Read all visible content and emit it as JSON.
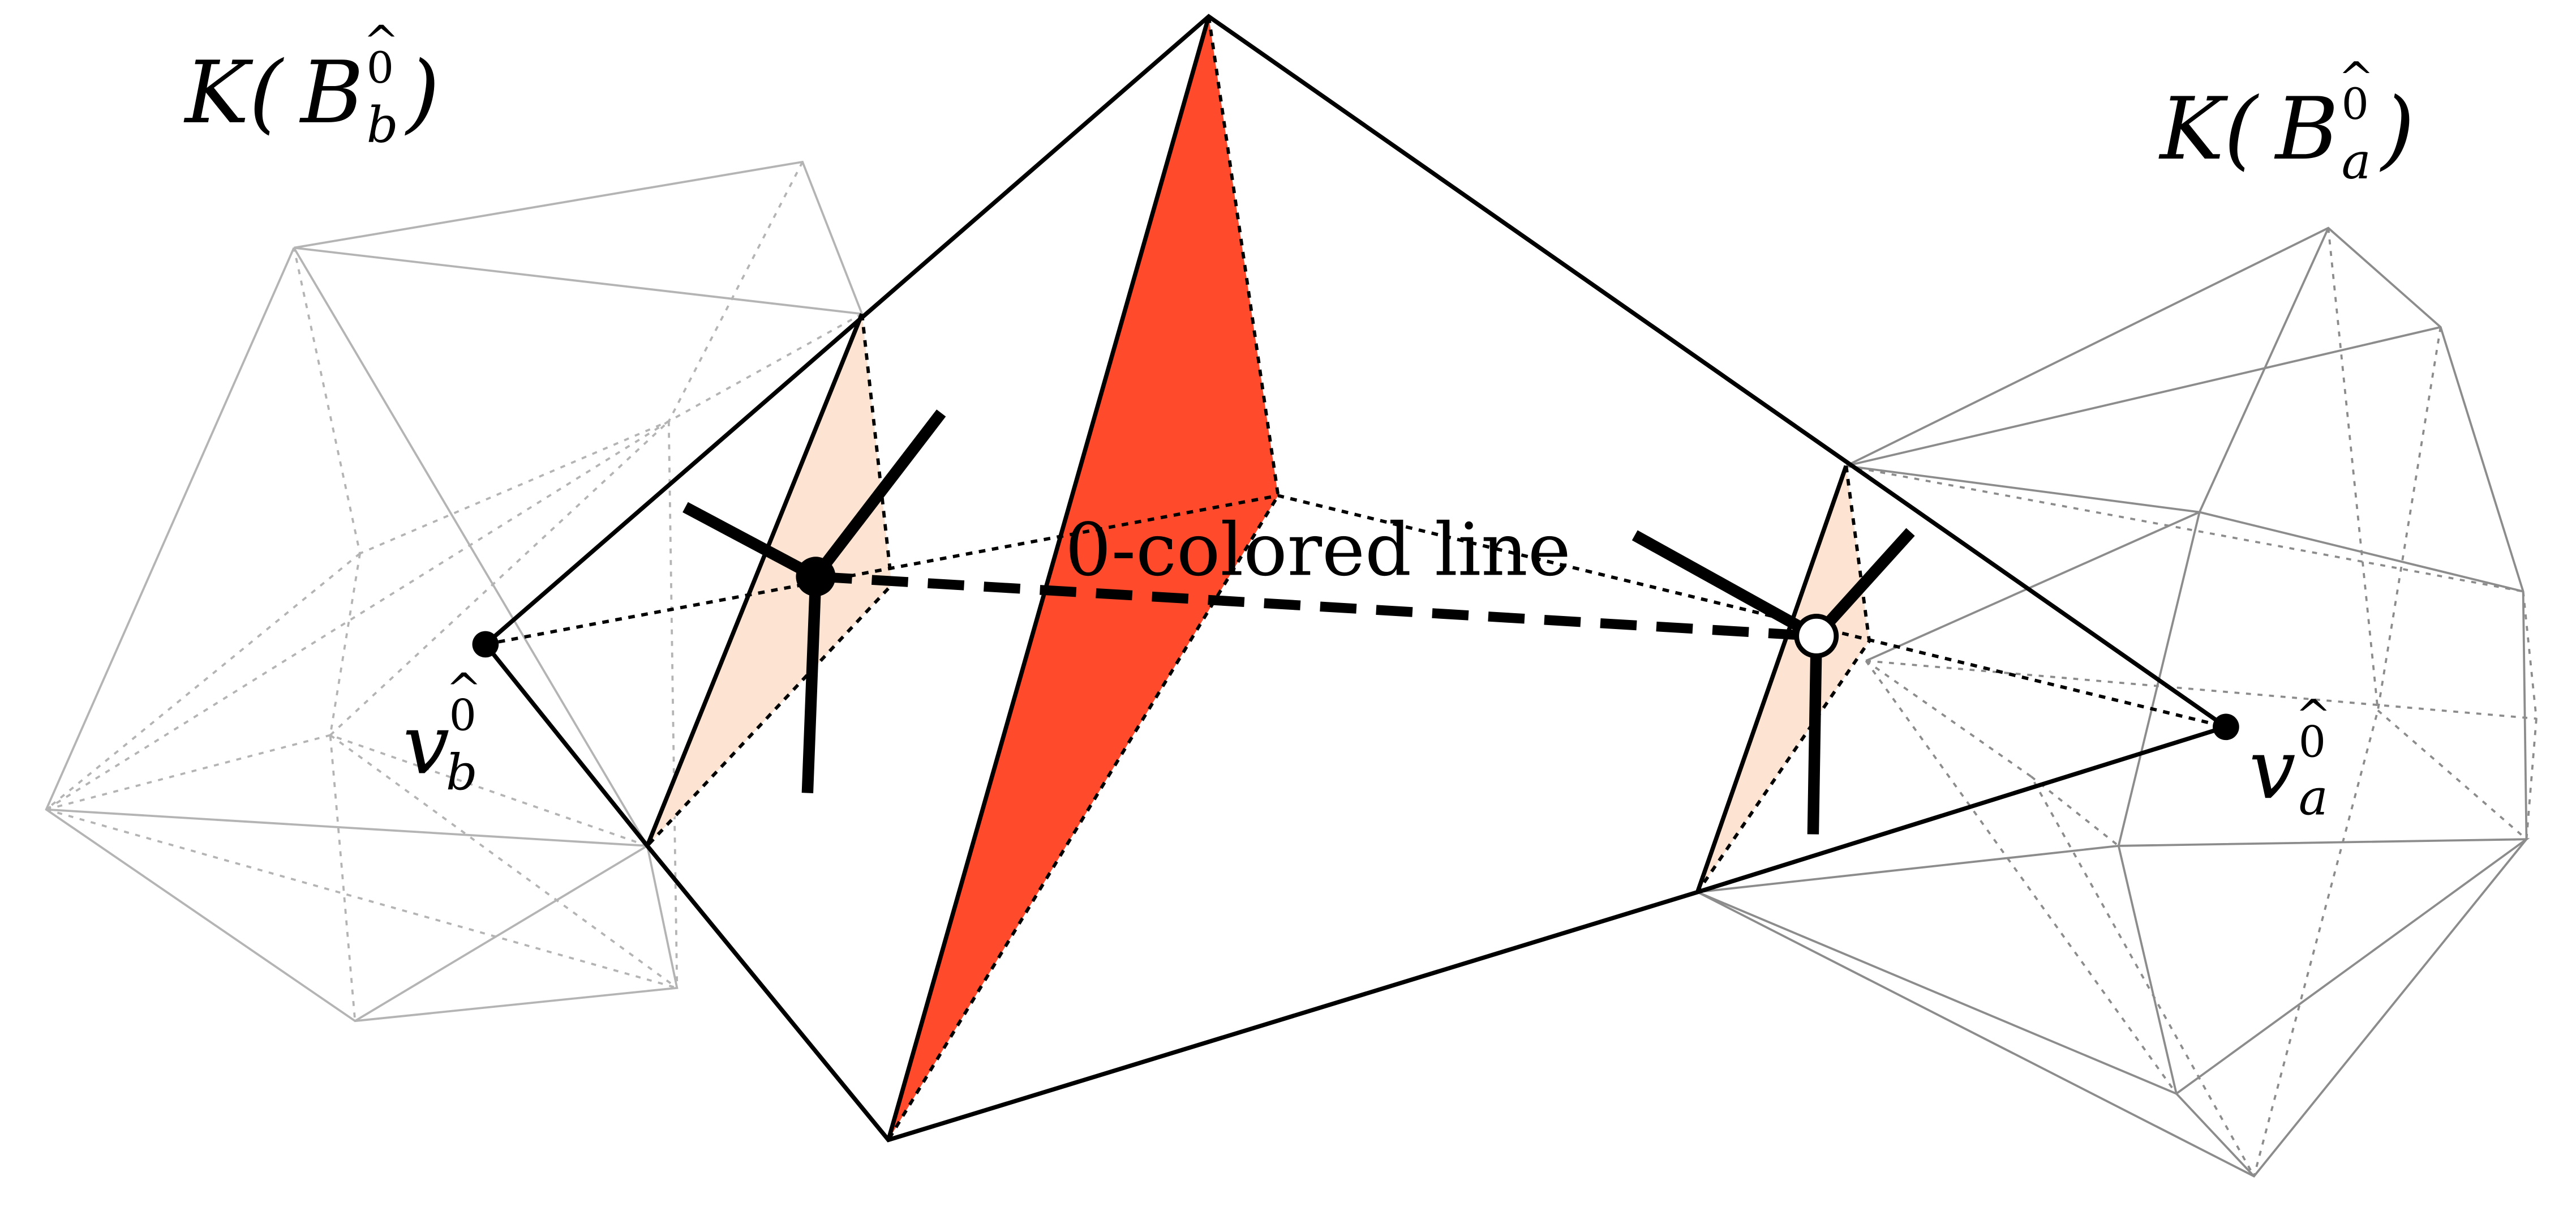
{
  "labels": {
    "complex_b": {
      "prefix": "K(",
      "script": "B",
      "hat": "^",
      "sup": "0",
      "sub": "b",
      "suffix": ")"
    },
    "complex_a": {
      "prefix": "K(",
      "script": "B",
      "hat": "^",
      "sup": "0",
      "sub": "a",
      "suffix": ")"
    },
    "vertex_b": {
      "base": "v",
      "hat": "^",
      "sup": "0",
      "sub": "b"
    },
    "vertex_a": {
      "base": "v",
      "hat": "^",
      "sup": "0",
      "sub": "a"
    },
    "line_caption": "0-colored line"
  },
  "colors": {
    "dual_face_center": "#ff4a2b",
    "dual_face_side": "#fde3d2",
    "edge": "#000000",
    "complex_b_edge": "#b4b4b4",
    "complex_a_edge": "#8c8c8c"
  }
}
